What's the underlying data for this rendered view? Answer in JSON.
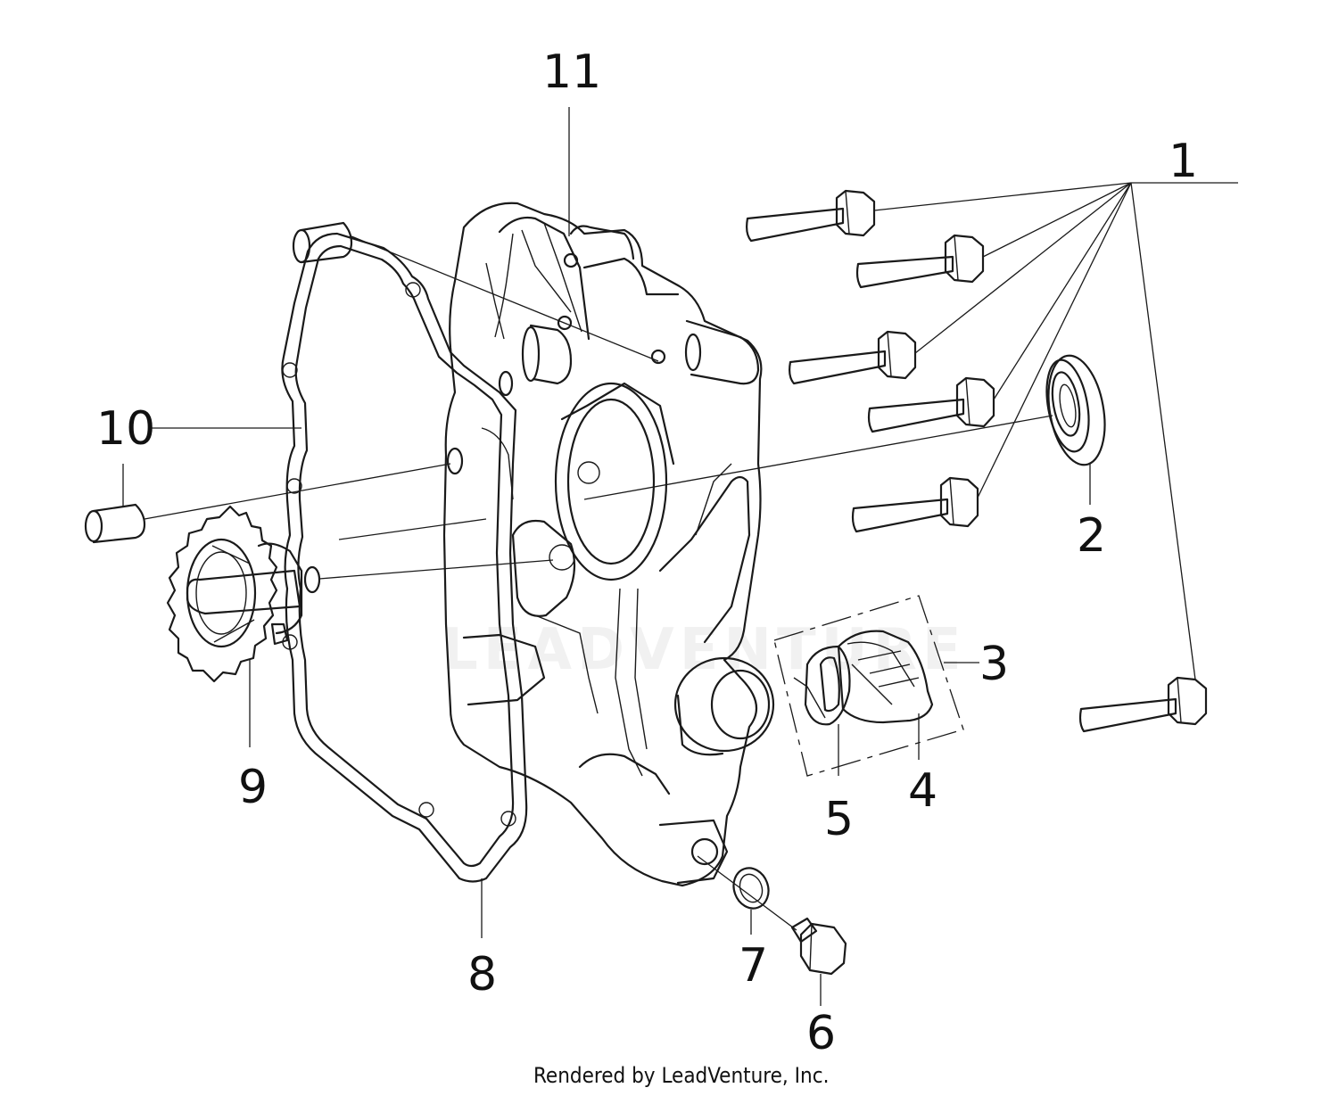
{
  "diagram": {
    "callouts": [
      "1",
      "2",
      "3",
      "4",
      "5",
      "6",
      "7",
      "8",
      "9",
      "10",
      "11"
    ],
    "watermark": "LEADVENTURE",
    "credit": "Rendered by LeadVenture, Inc."
  }
}
